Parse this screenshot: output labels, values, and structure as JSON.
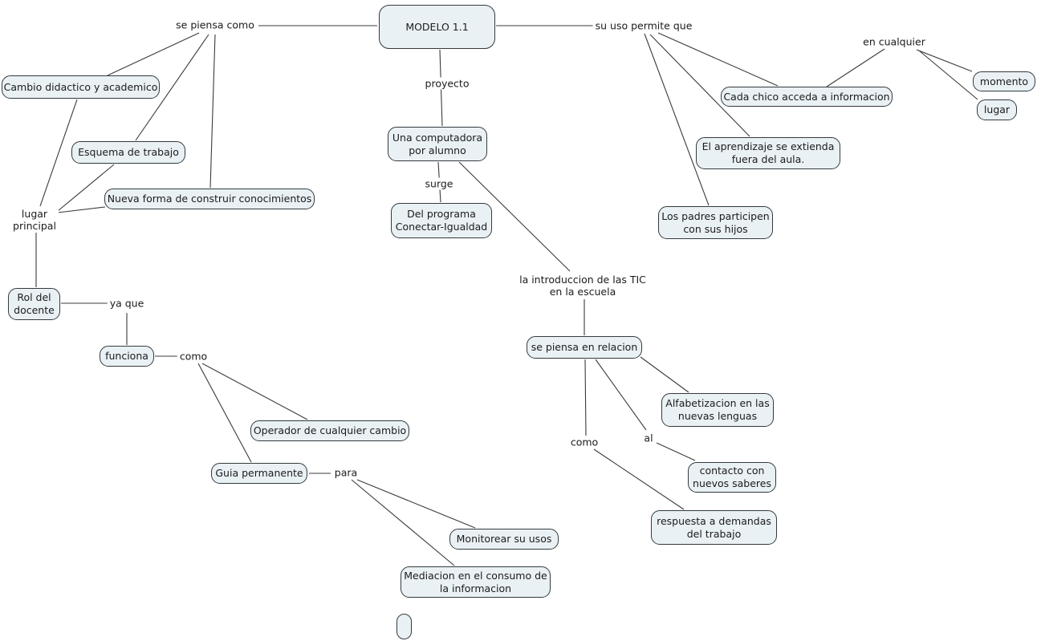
{
  "concept_map": {
    "colors": {
      "background": "#ffffff",
      "node_fill": "#eaf1f5",
      "node_border": "#343a3e",
      "connector_line": "#3b3b3b",
      "text": "#1b1b1b"
    },
    "nodes": {
      "modelo": "MODELO 1.1",
      "cambio": "Cambio didactico y academico",
      "esquema": "Esquema de trabajo",
      "nueva_forma": "Nueva forma de construir conocimientos",
      "rol_docente": "Rol del\ndocente",
      "funciona": "funciona",
      "operador": "Operador de cualquier cambio",
      "guia": "Guia permanente",
      "monitorear": "Monitorear su usos",
      "mediacion": "Mediacion en el consumo de\nla informacion",
      "computadora": "Una computadora\npor alumno",
      "programa": "Del programa\nConectar-Igualdad",
      "relacion": "se piensa en relacion",
      "alfabetizacion": "Alfabetizacion en las\nnuevas lenguas",
      "contacto": "contacto con\nnuevos saberes",
      "respuesta": "respuesta a demandas\ndel trabajo",
      "cada_chico": "Cada chico acceda a informacion",
      "aprendizaje": "El aprendizaje se extienda\nfuera del aula.",
      "padres": "Los padres participen\ncon sus hijos",
      "momento": "momento",
      "lugar": "lugar",
      "empty_node": ""
    },
    "link_labels": {
      "se_piensa_como": "se piensa como",
      "proyecto": "proyecto",
      "surge": "surge",
      "lugar_principal": "lugar\nprincipal",
      "ya_que": "ya que",
      "como_left": "como",
      "para": "para",
      "su_uso_permite_que": "su uso permite que",
      "en_cualquier": "en cualquier",
      "introduccion_tic": "la introduccion de las TIC\nen la escuela",
      "como_right": "como",
      "al": "al"
    }
  }
}
